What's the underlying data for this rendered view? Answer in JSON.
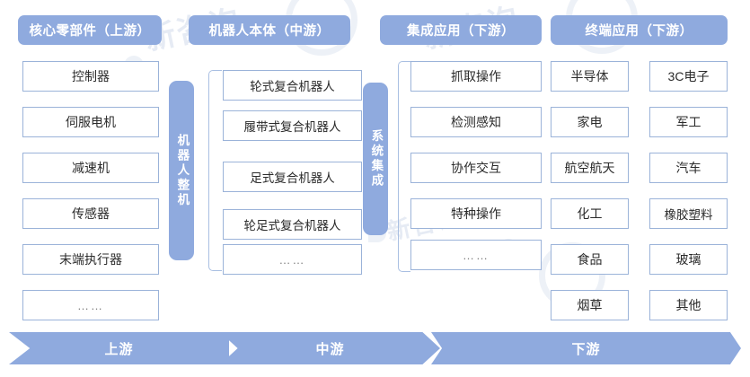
{
  "diagram": {
    "title": "robot-industry-chain",
    "colors": {
      "header_blue": "#8faade",
      "box_border": "#9bb3d9",
      "box_fill": "#ffffff",
      "text_dark": "#2b2b2b",
      "text_white": "#ffffff"
    },
    "columns": [
      {
        "key": "upstream",
        "header": "核心零部件（上游）",
        "items": [
          {
            "label": "控制器"
          },
          {
            "label": "伺服电机"
          },
          {
            "label": "减速机"
          },
          {
            "label": "传感器"
          },
          {
            "label": "末端执行器"
          },
          {
            "label": "……",
            "dots": true
          }
        ]
      },
      {
        "key": "midstream",
        "header": "机器人本体（中游）",
        "pill": "机器人整机",
        "items": [
          {
            "label": "轮式复合机器人"
          },
          {
            "label": "履带式复合机器人"
          },
          {
            "label": "足式复合机器人"
          },
          {
            "label": "轮足式复合机器人"
          },
          {
            "label": "……",
            "dots": true
          }
        ]
      },
      {
        "key": "integration",
        "header": "集成应用（下游）",
        "pill": "系统集成",
        "items": [
          {
            "label": "抓取操作"
          },
          {
            "label": "检测感知"
          },
          {
            "label": "协作交互"
          },
          {
            "label": "特种操作"
          },
          {
            "label": "……",
            "dots": true
          }
        ]
      },
      {
        "key": "terminal",
        "header": "终端应用（下游）",
        "items_left": [
          {
            "label": "半导体"
          },
          {
            "label": "家电"
          },
          {
            "label": "航空航天"
          },
          {
            "label": "化工"
          },
          {
            "label": "食品"
          },
          {
            "label": "烟草"
          }
        ],
        "items_right": [
          {
            "label": "3C电子"
          },
          {
            "label": "军工"
          },
          {
            "label": "汽车"
          },
          {
            "label": "橡胶塑料"
          },
          {
            "label": "玻璃"
          },
          {
            "label": "其他"
          }
        ]
      }
    ],
    "flow_bar": [
      {
        "label": "上游"
      },
      {
        "label": "中游"
      },
      {
        "label": "下游"
      }
    ],
    "watermark": {
      "text_1": "新咨询",
      "text_2": "新咨询",
      "text_3": "新咨询"
    }
  }
}
